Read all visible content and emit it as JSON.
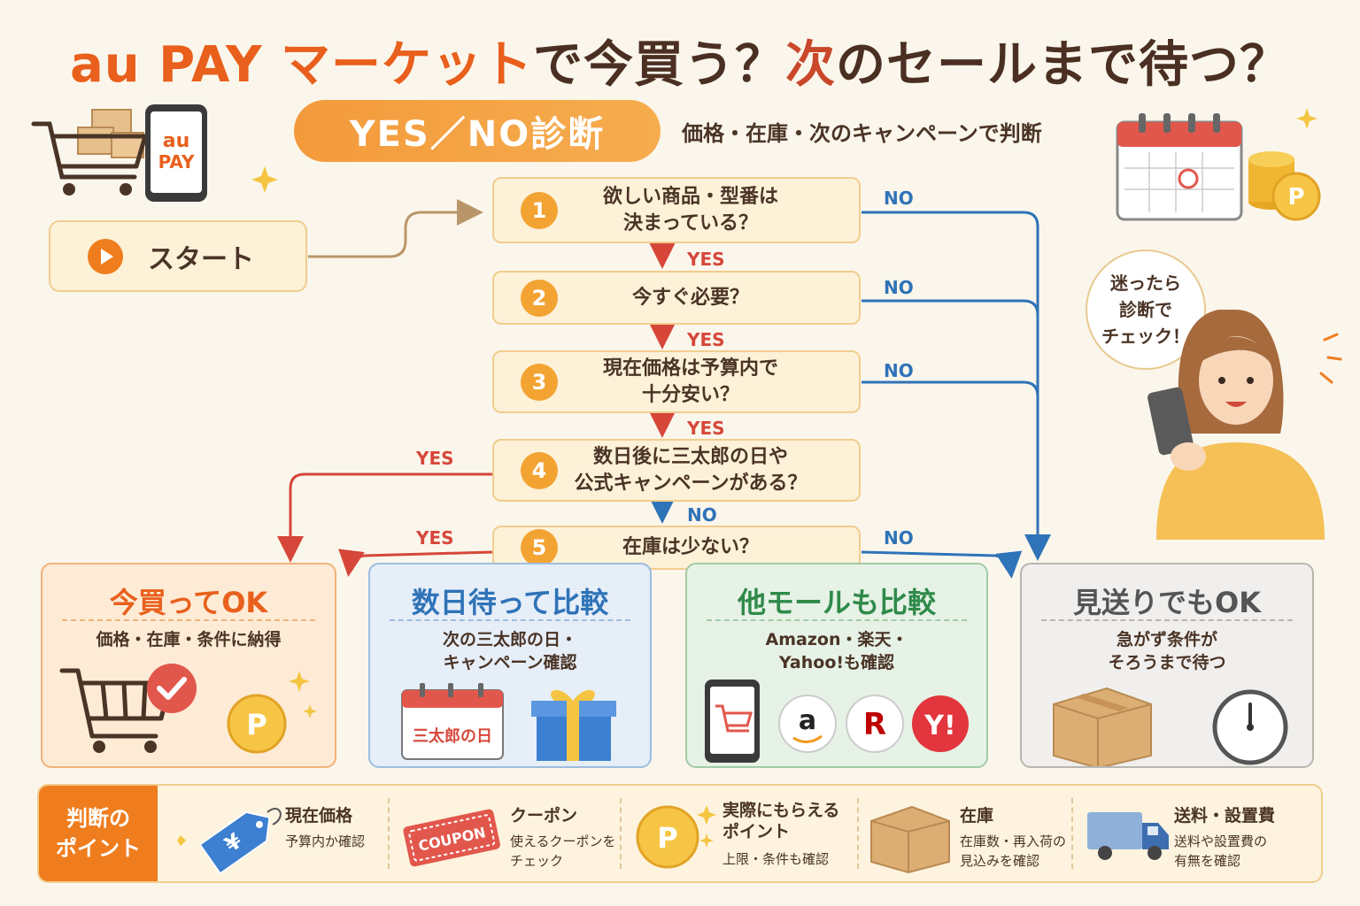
{
  "title": {
    "part1": "au PAY マーケット",
    "part2": "で今買う？",
    "part3": "次",
    "part4": "のセールまで待つ？"
  },
  "badge": "YES／NO診断",
  "subtitle": "価格・在庫・次のキャンペーンで判断",
  "phone_logo": {
    "line1": "au",
    "line2": "PAY"
  },
  "start_label": "スタート",
  "speech_bubble": "迷ったら\n診断で\nチェック！",
  "questions": [
    {
      "num": "1",
      "text": "欲しい商品・型番は\n決まっている？"
    },
    {
      "num": "2",
      "text": "今すぐ必要？"
    },
    {
      "num": "3",
      "text": "現在価格は予算内で\n十分安い？"
    },
    {
      "num": "4",
      "text": "数日後に三太郎の日や\n公式キャンペーンがある？"
    },
    {
      "num": "5",
      "text": "在庫は少ない？"
    }
  ],
  "labels": {
    "yes": "YES",
    "no": "NO"
  },
  "results": [
    {
      "title": "今買ってOK",
      "desc": "価格・在庫・条件に納得",
      "color": "#e8601c"
    },
    {
      "title": "数日待って比較",
      "desc": "次の三太郎の日・\nキャンペーン確認",
      "color": "#2f73b8",
      "calendar_text": "三太郎の日"
    },
    {
      "title": "他モールも比較",
      "desc": "Amazon・楽天・\nYahoo!も確認",
      "color": "#2f8a4a"
    },
    {
      "title": "見送りでもOK",
      "desc": "急がず条件が\nそろうまで待つ",
      "color": "#555555"
    }
  ],
  "points_label": "判断の\nポイント",
  "points": [
    {
      "title": "現在価格",
      "desc": "予算内か確認",
      "icon": "price-tag-icon"
    },
    {
      "title": "クーポン",
      "desc": "使えるクーポンを\nチェック",
      "icon": "coupon-icon",
      "coupon_text": "COUPON"
    },
    {
      "title": "実際にもらえる\nポイント",
      "desc": "上限・条件も確認",
      "icon": "point-coin-icon"
    },
    {
      "title": "在庫",
      "desc": "在庫数・再入荷の\n見込みを確認",
      "icon": "cardboard-box-icon"
    },
    {
      "title": "送料・設置費",
      "desc": "送料や設置費の\n有無を確認",
      "icon": "delivery-truck-icon"
    }
  ],
  "coin_letter": "P",
  "colors": {
    "accent_orange": "#ef7d1e",
    "yes_red": "#d6473a",
    "no_blue": "#2f73b8",
    "green": "#2f8a4a",
    "gray": "#555555"
  }
}
